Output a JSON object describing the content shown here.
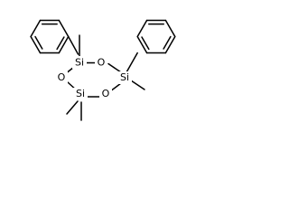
{
  "structure": {
    "atom_labels": {
      "si_top": "Si",
      "si_right": "Si",
      "si_bottom": "Si",
      "o_top": "O",
      "o_left": "O",
      "o_bottom": "O"
    },
    "colors": {
      "bond": "#000000",
      "label": "#000000",
      "background": "#ffffff"
    }
  }
}
